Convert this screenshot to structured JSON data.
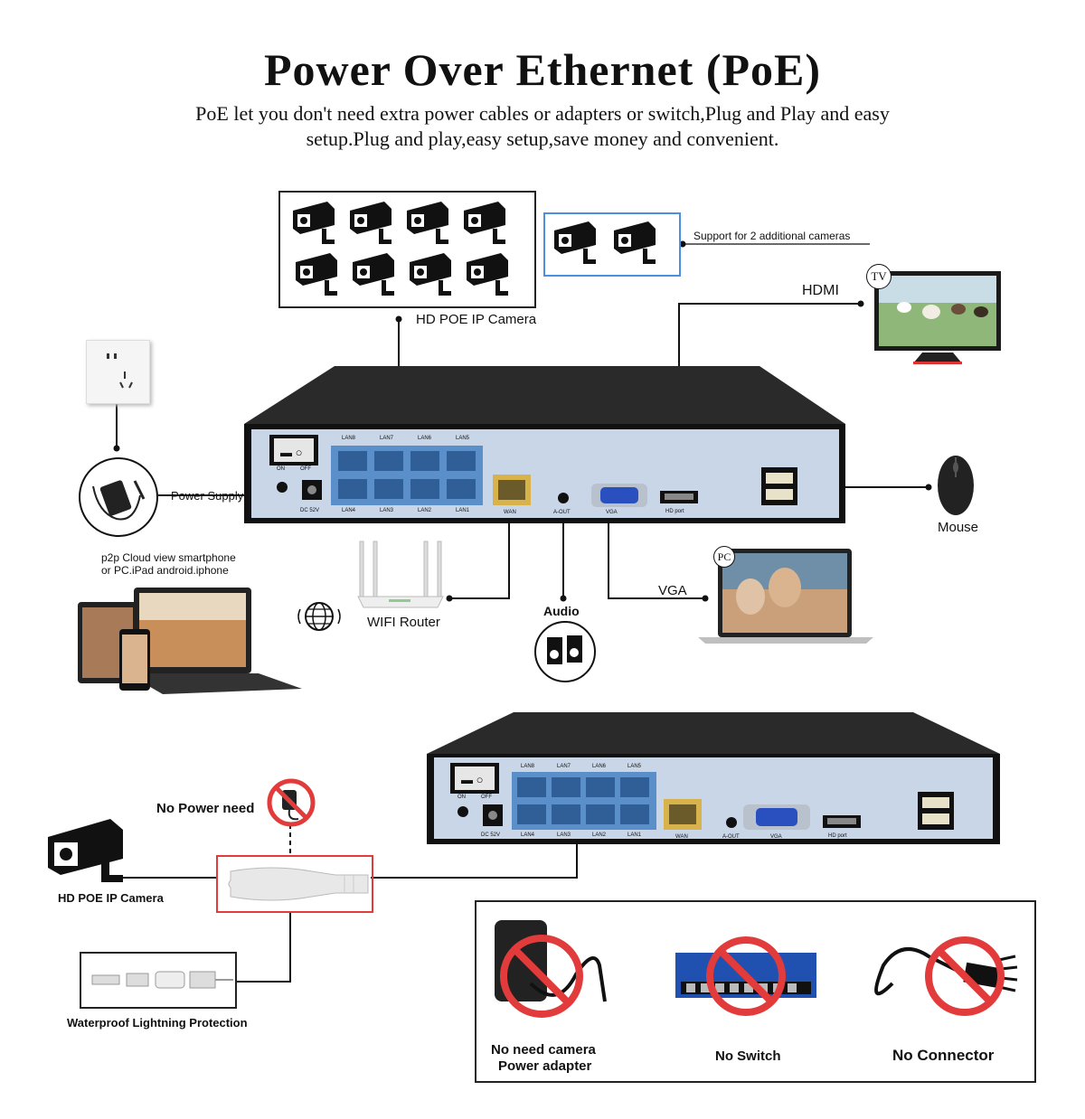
{
  "title": "Power Over Ethernet (PoE)",
  "subtitle": "PoE let you don't need extra power cables or adapters or switch,Plug and Play and easy setup.Plug and play,easy setup,save money and convenient.",
  "labels": {
    "hd_poe_camera_top": "HD POE IP Camera",
    "support_cameras": "Support for 2 additional cameras",
    "hdmi": "HDMI",
    "tv": "TV",
    "mouse": "Mouse",
    "power_supply": "Power Supply",
    "p2p_line1": "p2p Cloud view smartphone",
    "p2p_line2": "or PC.iPad android.iphone",
    "wifi_router": "WIFI Router",
    "audio": "Audio",
    "vga": "VGA",
    "pc": "PC",
    "no_power_need": "No Power need",
    "hd_poe_camera_bottom": "HD POE IP Camera",
    "waterproof": "Waterproof Lightning Protection",
    "no_adapter_line1": "No need camera",
    "no_adapter_line2": "Power adapter",
    "no_switch": "No Switch",
    "no_connector": "No Connector"
  },
  "nvr_ports": {
    "lan_top": [
      "LAN8",
      "LAN7",
      "LAN6",
      "LAN5"
    ],
    "lan_bottom": [
      "LAN4",
      "LAN3",
      "LAN2",
      "LAN1"
    ],
    "on": "ON",
    "off": "OFF",
    "dc": "DC 52V",
    "wan": "WAN",
    "aout": "A-OUT",
    "vga": "VGA",
    "hdport": "HD port"
  },
  "colors": {
    "nvr_panel": "#c9d6e8",
    "nvr_body": "#1a1a1a",
    "lan_block": "#5b8fc9",
    "accent_blue": "#2e8ae6",
    "no_red": "#e23b3b"
  }
}
